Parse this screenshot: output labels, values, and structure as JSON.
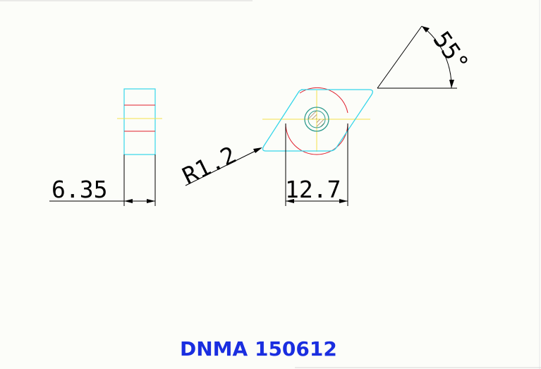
{
  "title": "DNMA 150612",
  "dimensions": {
    "thickness": "6.35",
    "inscribed_circle": "12.7",
    "corner_radius": "R1.2",
    "angle": "55°"
  },
  "colors": {
    "background": "#fcfdf9",
    "title": "#1a2ee0",
    "dimension": "#000000",
    "outline": "#35d6ea",
    "hidden_line": "#e01e2c",
    "centerline": "#f3e14a",
    "hole": "#2e9b8e",
    "hatch": "#8a5a3a"
  }
}
